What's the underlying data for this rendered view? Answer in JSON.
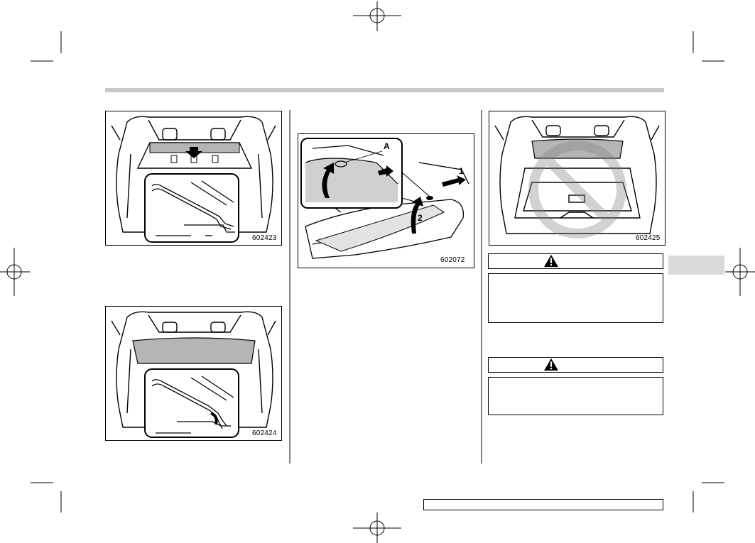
{
  "figures": {
    "fig1_code": "602423",
    "fig2_code": "602424",
    "fig3_code": "602072",
    "fig3_label_a": "A",
    "fig3_label_1": "1",
    "fig3_label_2": "2",
    "fig4_code": "602425"
  },
  "warnings": [
    {
      "icon": "warning-triangle-icon"
    },
    {
      "icon": "warning-triangle-icon"
    }
  ],
  "colors": {
    "header_bar": "#c8c8c8",
    "section_tab": "#d9d9d9",
    "cover_fill": "#b5b5b5"
  }
}
